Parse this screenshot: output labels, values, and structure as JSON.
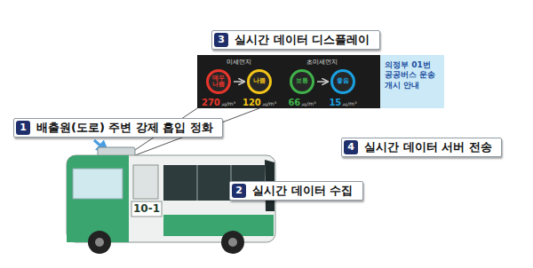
{
  "diagram": {
    "nodes": [
      {
        "text": [
          "실시간 데이터 디스플레이"
        ]
      },
      {
        "text": [
          "3"
        ],
        "in": 0
      },
      {
        "text": [
          "미세먼지",
          "초미세먼지"
        ]
      },
      {
        "text": [
          "매우 나쁨",
          "270",
          "㎍/m³"
        ],
        "in": 2
      },
      {
        "text": [
          "나쁨",
          "120",
          "㎍/m³"
        ],
        "in": 2
      },
      {
        "text": [
          "보통",
          "66",
          "㎍/m³"
        ],
        "in": 2
      },
      {
        "text": [
          "좋음",
          "15",
          "㎍/m³"
        ],
        "in": 2
      },
      {
        "text": [
          "의정부 01번 공공버스 운송개시 안내"
        ],
        "in": 2
      },
      {
        "text": [
          "배출원(도로) 주변 강제 흡입 정화"
        ]
      },
      {
        "text": [
          "1"
        ],
        "in": 8
      },
      {
        "text": [
          "실시간 데이터 서버 전송"
        ]
      },
      {
        "text": [
          "4"
        ],
        "in": 10
      },
      {
        "text": [
          "실시간 데이터 수집"
        ]
      },
      {
        "text": [
          "2"
        ],
        "in": 12
      }
    ],
    "edges": [
      {
        "from": 3,
        "to": 4,
        "arrow": "to"
      },
      {
        "from": 5,
        "to": 6,
        "arrow": "to"
      }
    ],
    "labels": [
      "10-1"
    ]
  }
}
